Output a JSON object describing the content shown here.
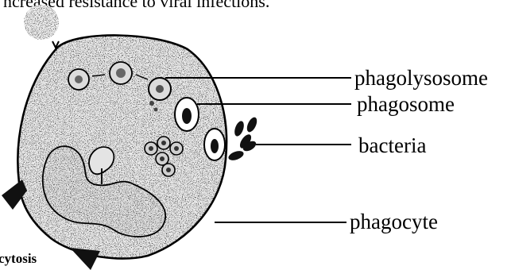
{
  "header": {
    "partial_text": "ncreased resistance to viral infections."
  },
  "labels": {
    "phagolysosome": "phagolysosome",
    "phagosome": "phagosome",
    "bacteria": "bacteria",
    "phagocyte": "phagocyte"
  },
  "caption": {
    "partial_text": "cytosis"
  },
  "colors": {
    "ink": "#000000",
    "cell_fill": "#ebebeb",
    "background": "#ffffff"
  }
}
